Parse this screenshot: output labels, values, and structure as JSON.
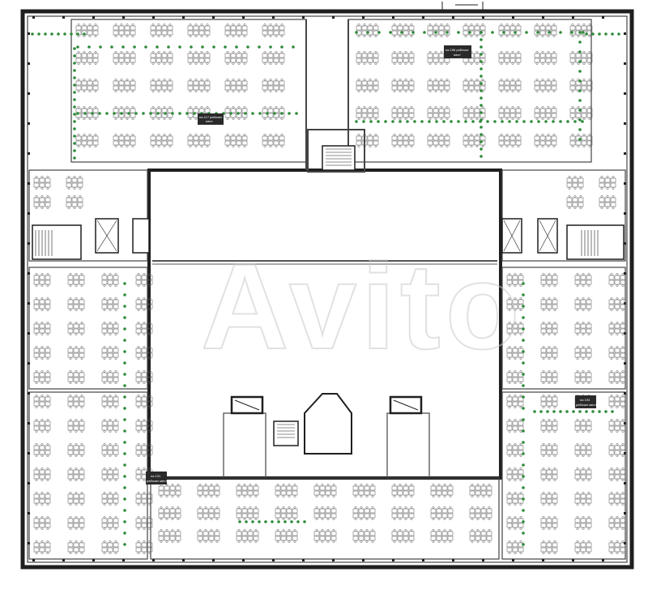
{
  "plan": {
    "title": "",
    "watermark": "Avito",
    "colors": {
      "wall": "#1f1f1f",
      "wall_light": "#8a8a8a",
      "plant": "#2e8b3a",
      "tag_bg": "#2a2a2a",
      "tag_text": "#ffffff",
      "paper": "#ffffff",
      "court_line": "#555555"
    },
    "zone_tags": [
      {
        "id": "north-east",
        "lines": [
          "на 156 рабочих",
          "мест"
        ]
      },
      {
        "id": "north-center",
        "lines": [
          "на 117 рабочих",
          "мест"
        ]
      },
      {
        "id": "east",
        "lines": [
          "на 193",
          "рабочих мест"
        ]
      },
      {
        "id": "south-west",
        "lines": [
          "на 131",
          "рабочих мест"
        ]
      }
    ],
    "icons": [
      "compass-icon"
    ]
  }
}
